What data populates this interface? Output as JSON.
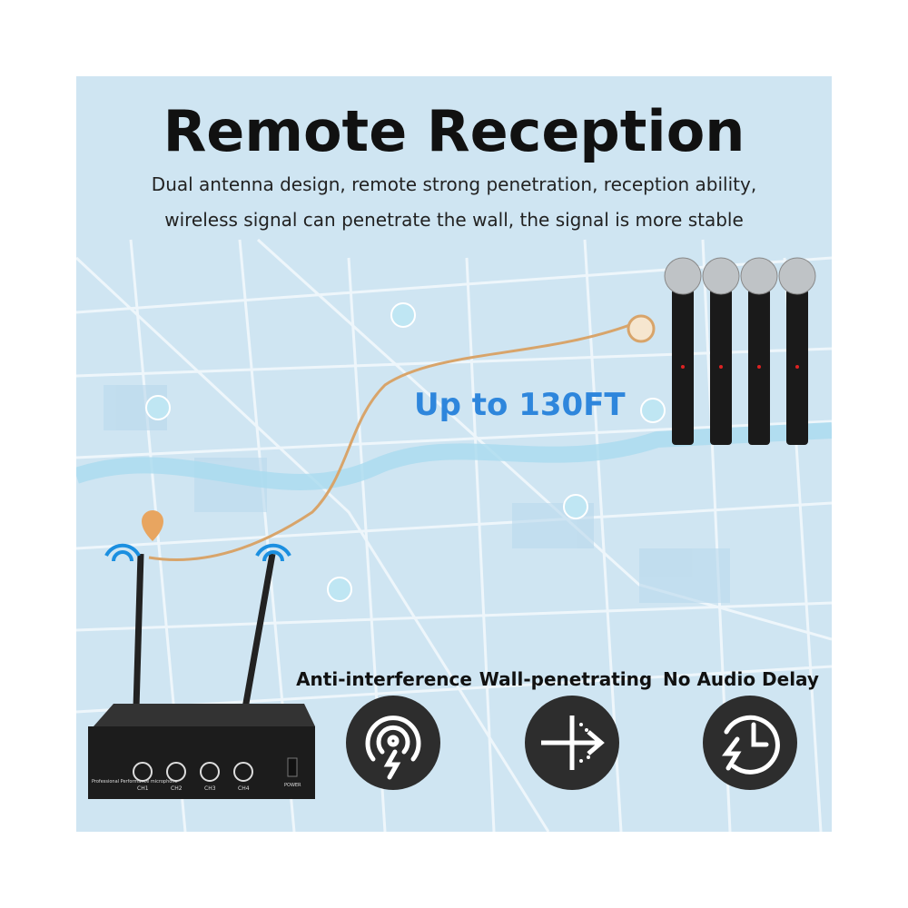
{
  "title": "Remote Reception",
  "subtitle_lines": [
    "Dual antenna design, remote strong penetration, reception ability,",
    "wireless signal can penetrate the wall, the signal is more stable"
  ],
  "range_label": "Up to 130FT",
  "features": [
    {
      "label": "Anti-interference",
      "icon": "signal-lightning-icon"
    },
    {
      "label": "Wall-penetrating",
      "icon": "arrow-through-wall-icon"
    },
    {
      "label": "No Audio Delay",
      "icon": "clock-lightning-icon"
    }
  ],
  "receiver": {
    "brand_text": "Professional Performance microphone",
    "channels": [
      "CH1",
      "CH2",
      "CH3",
      "CH4"
    ],
    "power_label": "POWER"
  },
  "colors": {
    "background": "#cfe5f2",
    "accent": "#2e86dc",
    "route": "#d8a46a",
    "icon_circle": "#2d2d2d"
  }
}
